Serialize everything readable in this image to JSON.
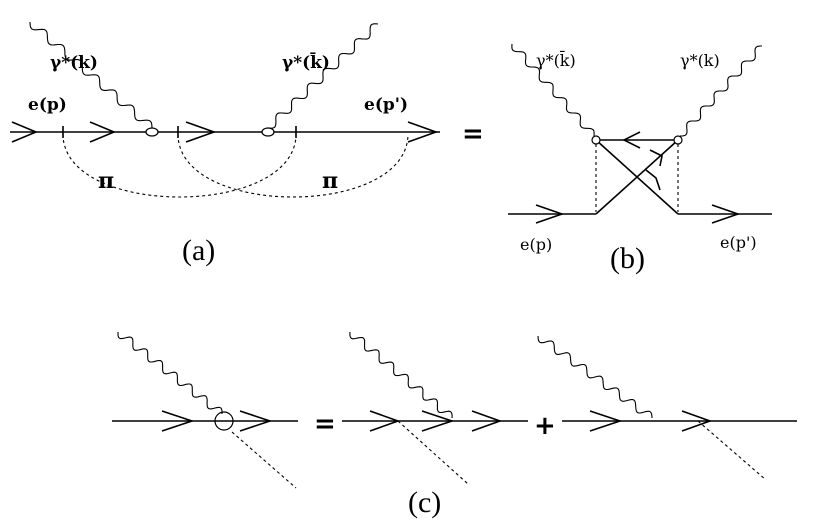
{
  "panel_a": {
    "label_gamma_k": "γ*(k)",
    "label_gamma_kbar": "γ*(k̄)",
    "label_e_p": "e(p)",
    "label_e_pprime": "e(p')",
    "label_pi_left": "π",
    "label_pi_right": "π",
    "caption": "(a)"
  },
  "equals_ab": "=",
  "panel_b": {
    "label_gamma_kbar": "γ*(k̄)",
    "label_gamma_k": "γ*(k)",
    "label_e_p": "e(p)",
    "label_e_pprime": "e(p')",
    "caption": "(b)"
  },
  "panel_c": {
    "equals": "=",
    "plus": "+",
    "caption": "(c)"
  }
}
